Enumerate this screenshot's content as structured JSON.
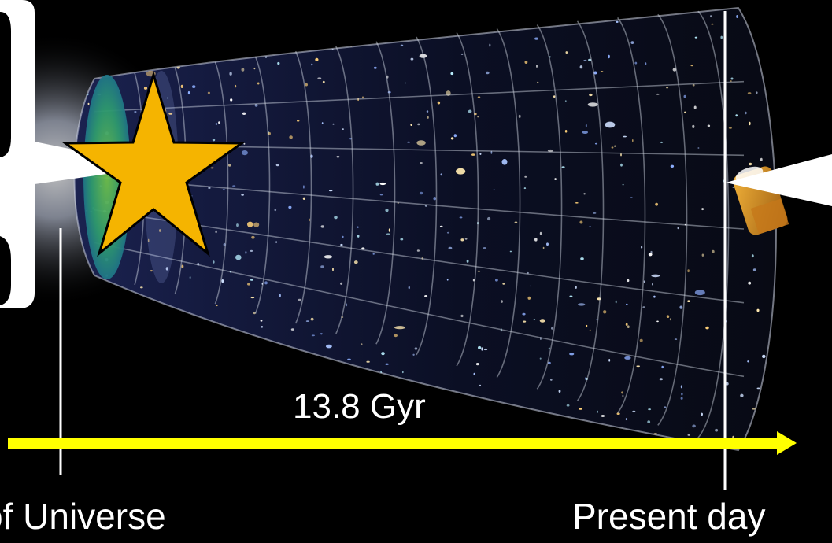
{
  "diagram": {
    "duration_label": "13.8 Gyr",
    "start_label": "of Universe",
    "present_label": "Present day",
    "colors": {
      "background": "#000000",
      "arrow": "#ffff00",
      "star_fill": "#f5b400",
      "star_stroke": "#000000",
      "marker_line": "#ffffff",
      "callout_fill": "#ffffff",
      "cmb_patch": "#2e9a6e",
      "spacecraft": "#d68a1e"
    },
    "icons": {
      "event_marker": "star-icon",
      "observer": "spacecraft-icon",
      "timeline": "arrow-right-icon"
    }
  }
}
